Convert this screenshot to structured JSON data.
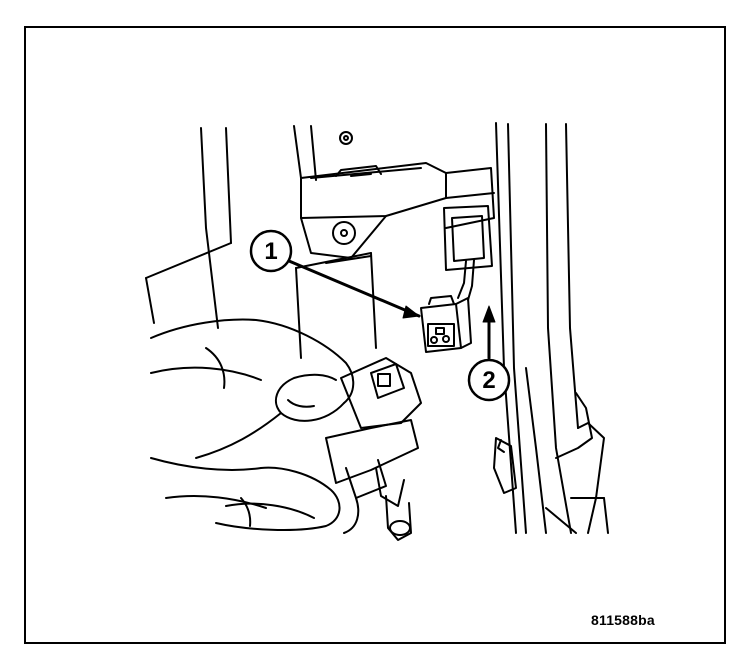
{
  "figure": {
    "id_label": "811588ba",
    "callouts": [
      {
        "number": "1"
      },
      {
        "number": "2"
      }
    ],
    "colors": {
      "line": "#000000",
      "background": "#ffffff"
    }
  }
}
